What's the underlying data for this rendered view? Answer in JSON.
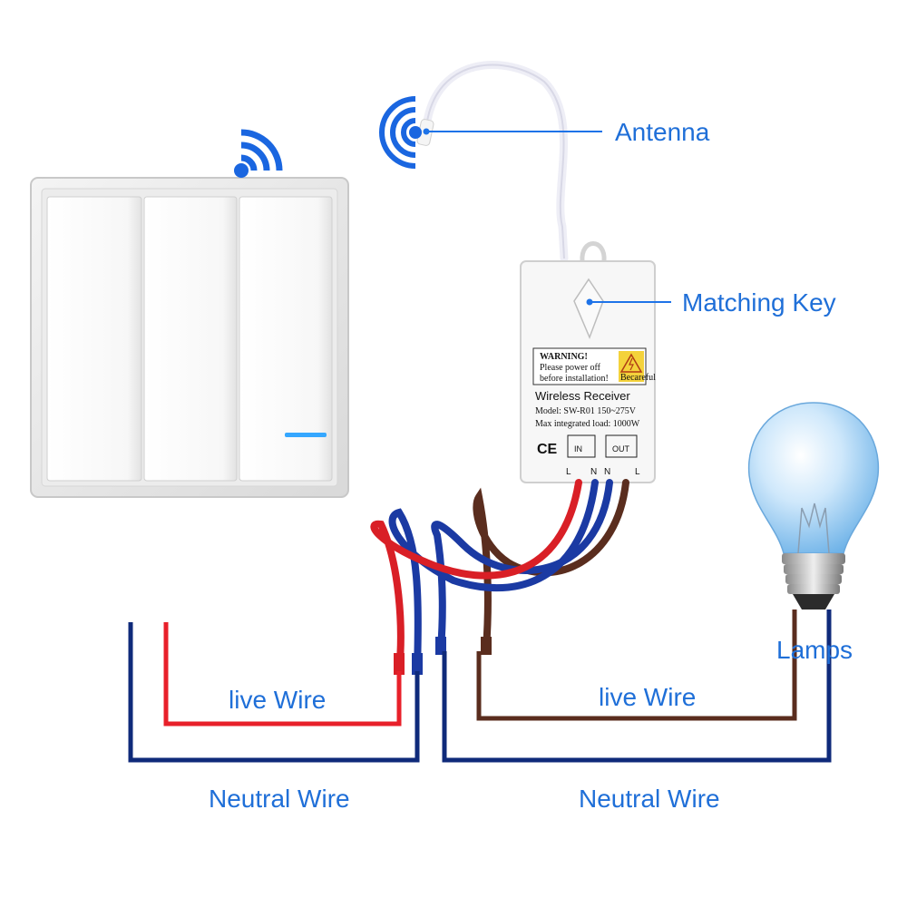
{
  "labels": {
    "antenna": "Antenna",
    "matching_key": "Matching Key",
    "lamps": "Lamps",
    "live_wire_left": "live Wire",
    "live_wire_right": "live Wire",
    "neutral_wire_left": "Neutral Wire",
    "neutral_wire_right": "Neutral Wire"
  },
  "receiver": {
    "warning_title": "WARNING!",
    "warning_line1": "Please power off",
    "warning_line2": "before installation!",
    "warning_badge": "Becareful",
    "title": "Wireless Receiver",
    "model_line": "Model: SW-R01  150~275V",
    "load_line": "Max integrated load: 1000W",
    "ce_mark": "CE",
    "in_label": "IN",
    "out_label": "OUT",
    "term_l1": "L",
    "term_n1": "N",
    "term_n2": "N",
    "term_l2": "L"
  },
  "colors": {
    "accent_blue": "#1e73e8",
    "label_blue": "#1f6fd8",
    "live_red": "#e8202a",
    "neutral_navy": "#0f2a7a",
    "lamp_brown": "#5a2d1e",
    "signal_blue": "#1a66e0"
  },
  "icons": [
    "wifi-signal-icon",
    "wifi-signal-icon",
    "warning-icon",
    "matching-key-icon",
    "light-bulb-icon"
  ]
}
